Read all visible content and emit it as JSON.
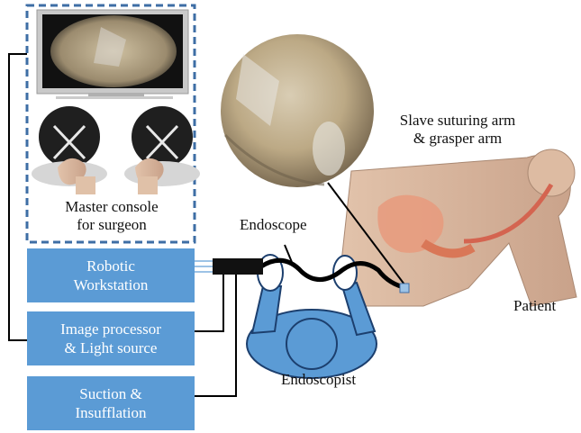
{
  "labels": {
    "master_console_line1": "Master console",
    "master_console_line2": "for surgeon",
    "slave_arm_line1": "Slave suturing arm",
    "slave_arm_line2": "& grasper arm",
    "endoscope": "Endoscope",
    "patient": "Patient",
    "endoscopist": "Endoscopist"
  },
  "boxes": [
    {
      "line1": "Robotic",
      "line2": "Workstation"
    },
    {
      "line1": "Image processor",
      "line2": "& Light source"
    },
    {
      "line1": "Suction &",
      "line2": "Insufflation"
    }
  ],
  "colors": {
    "box_fill": "#5b9bd5",
    "dashed_border": "#3e6ea5",
    "endoscopist_fill": "#5b9bd5",
    "cable": "#000000"
  }
}
